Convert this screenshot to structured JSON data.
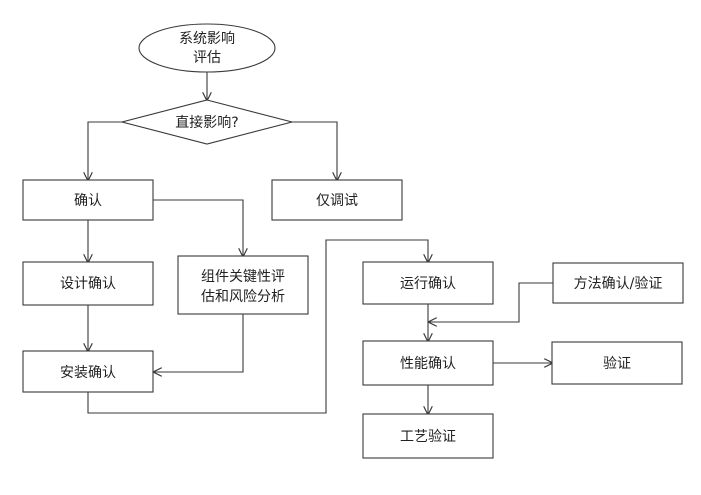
{
  "nodes": {
    "start": [
      "系统影响",
      "评估"
    ],
    "decision": [
      "直接影响?"
    ],
    "confirm": [
      "确认"
    ],
    "debug_only": [
      "仅调试"
    ],
    "design_confirm": [
      "设计确认"
    ],
    "component_risk": [
      "组件关键性评",
      "估和风险分析"
    ],
    "install_confirm": [
      "安装确认"
    ],
    "operation_confirm": [
      "运行确认"
    ],
    "method_confirm": [
      "方法确认/验证"
    ],
    "performance_confirm": [
      "性能确认"
    ],
    "verify": [
      "验证"
    ],
    "process_verify": [
      "工艺验证"
    ]
  }
}
